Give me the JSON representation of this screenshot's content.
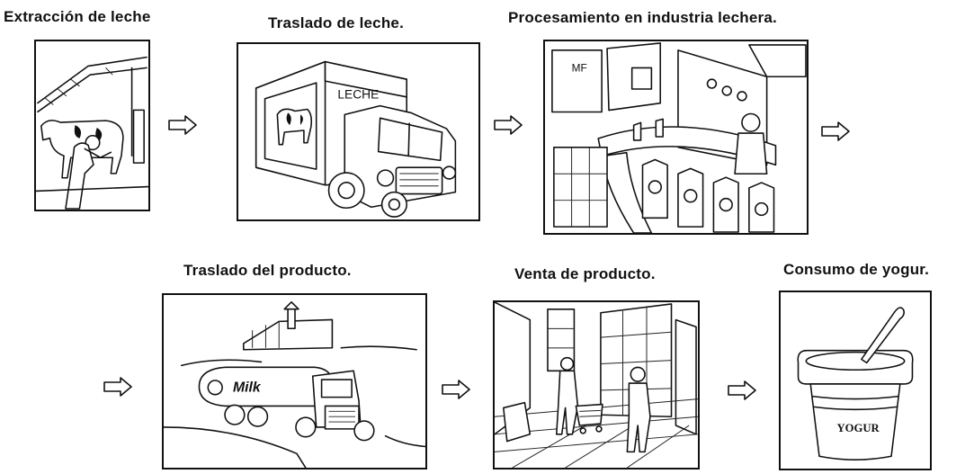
{
  "steps": [
    {
      "label": "Extracción de leche",
      "icon": "milking-cow-illustration"
    },
    {
      "label": "Traslado de leche.",
      "icon": "milk-truck-illustration",
      "sign": "LECHE"
    },
    {
      "label": "Procesamiento en industria lechera.",
      "icon": "dairy-factory-illustration"
    },
    {
      "label": "Traslado del producto.",
      "icon": "tanker-truck-illustration",
      "sign": "Milk"
    },
    {
      "label": "Venta de producto.",
      "icon": "supermarket-illustration"
    },
    {
      "label": "Consumo de yogur.",
      "icon": "yogurt-cup-illustration",
      "sign": "YOGUR"
    }
  ],
  "arrow_icon": "right-arrow-icon"
}
